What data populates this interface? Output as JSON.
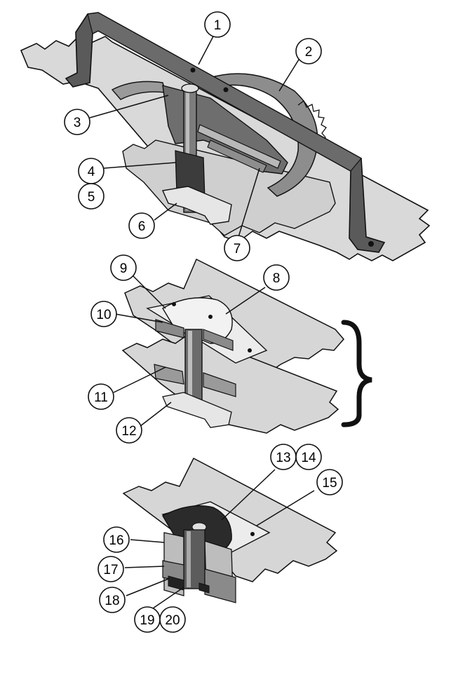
{
  "colors": {
    "sheet": "#d9d9d9",
    "sheet_dark": "#bfbfbf",
    "metal": "#5a5a5a",
    "metal_dark": "#2f2f2f",
    "metal_light": "#9a9a9a",
    "plate": "#e9e9e9",
    "outline": "#111111",
    "callout_fill": "#ffffff"
  },
  "callouts": [
    {
      "id": "c1",
      "label": "1"
    },
    {
      "id": "c2",
      "label": "2"
    },
    {
      "id": "c3",
      "label": "3"
    },
    {
      "id": "c4",
      "label": "4"
    },
    {
      "id": "c5",
      "label": "5"
    },
    {
      "id": "c6",
      "label": "6"
    },
    {
      "id": "c7",
      "label": "7"
    },
    {
      "id": "c8",
      "label": "8"
    },
    {
      "id": "c9",
      "label": "9"
    },
    {
      "id": "c10",
      "label": "10"
    },
    {
      "id": "c11",
      "label": "11"
    },
    {
      "id": "c12",
      "label": "12"
    },
    {
      "id": "c13",
      "label": "13"
    },
    {
      "id": "c14",
      "label": "14"
    },
    {
      "id": "c15",
      "label": "15"
    },
    {
      "id": "c16",
      "label": "16"
    },
    {
      "id": "c17",
      "label": "17"
    },
    {
      "id": "c18",
      "label": "18"
    },
    {
      "id": "c19",
      "label": "19"
    },
    {
      "id": "c20",
      "label": "20"
    }
  ]
}
